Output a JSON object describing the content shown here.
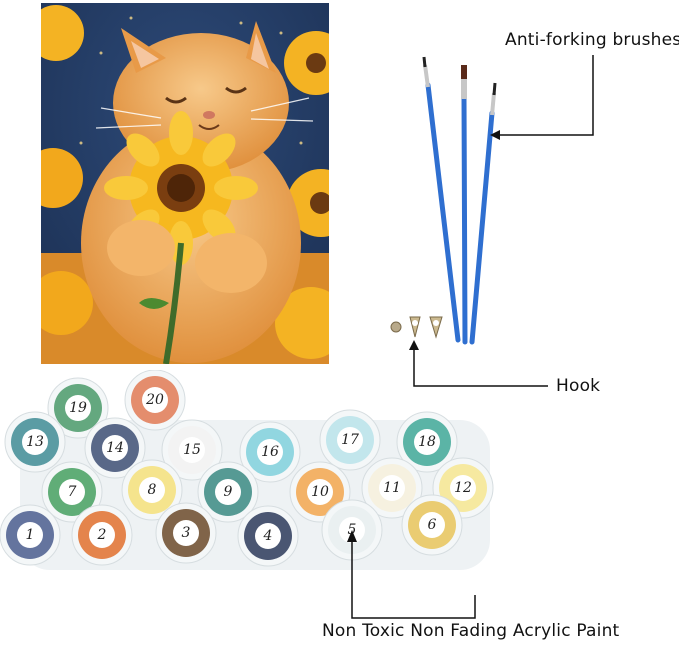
{
  "labels": {
    "brushes": "Anti-forking brushes",
    "hook": "Hook",
    "paint": "Non Toxic Non Fading Acrylic Paint"
  },
  "paint_pots": [
    {
      "n": "19",
      "color": "#4a9a6a"
    },
    {
      "n": "20",
      "color": "#e07a55"
    },
    {
      "n": "13",
      "color": "#3f8c95"
    },
    {
      "n": "14",
      "color": "#3d4f74"
    },
    {
      "n": "15",
      "color": "#f2f2f2"
    },
    {
      "n": "16",
      "color": "#7fd0dc"
    },
    {
      "n": "17",
      "color": "#b9e3ea"
    },
    {
      "n": "18",
      "color": "#3fa898"
    },
    {
      "n": "7",
      "color": "#45a060"
    },
    {
      "n": "8",
      "color": "#f4e07a"
    },
    {
      "n": "9",
      "color": "#3a8a82"
    },
    {
      "n": "10",
      "color": "#f2a64e"
    },
    {
      "n": "11",
      "color": "#f6f0dc"
    },
    {
      "n": "12",
      "color": "#f6e690"
    },
    {
      "n": "1",
      "color": "#4a5d8e"
    },
    {
      "n": "2",
      "color": "#e0702e"
    },
    {
      "n": "3",
      "color": "#6b4a2a"
    },
    {
      "n": "4",
      "color": "#2c3a5a"
    },
    {
      "n": "5",
      "color": "#e8eef0"
    },
    {
      "n": "6",
      "color": "#e8c45a"
    }
  ]
}
